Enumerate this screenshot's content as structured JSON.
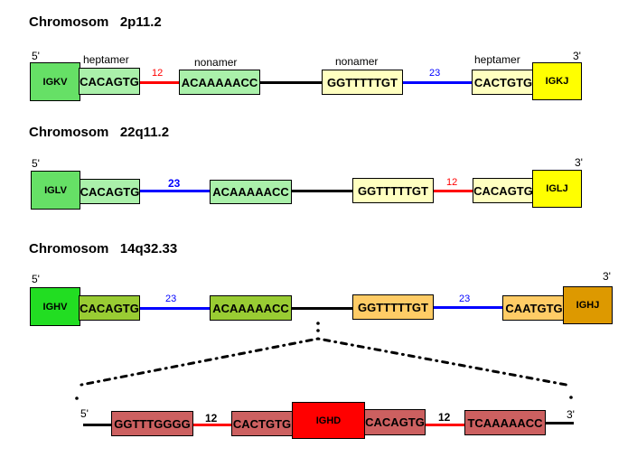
{
  "colors": {
    "light_green": "#aaf0aa",
    "green": "#66e066",
    "pale_yellow": "#ffffc0",
    "yellow": "#ffff00",
    "lime": "#99cc33",
    "bright_green": "#22dd22",
    "orange": "#ffcc66",
    "dark_orange": "#dd9900",
    "rose": "#cc6060",
    "red": "#ff0000",
    "spacer_12": "#ff0000",
    "spacer_23": "#0000ff",
    "line": "#000000"
  },
  "sections": [
    {
      "title": "Chromosom   2p11.2",
      "five_prime": "5'",
      "three_prime": "3'",
      "v_gene": "IGKV",
      "heptamer_label_1": "heptamer",
      "heptamer_1": "CACAGTG",
      "spacer_1": "12",
      "nonamer_label_1": "nonamer",
      "nonamer_1": "ACAAAAACC",
      "nonamer_label_2": "nonamer",
      "nonamer_2": "GGTTTTTGT",
      "spacer_2": "23",
      "heptamer_label_2": "heptamer",
      "heptamer_2": "CACTGTG",
      "j_gene": "IGKJ"
    },
    {
      "title": "Chromosom   22q11.2",
      "five_prime": "5'",
      "three_prime": "3'",
      "v_gene": "IGLV",
      "heptamer_1": "CACAGTG",
      "spacer_1": "23",
      "nonamer_1": "ACAAAAACC",
      "nonamer_2": "GGTTTTTGT",
      "spacer_2": "12",
      "heptamer_2": "CACAGTG",
      "j_gene": "IGLJ"
    },
    {
      "title": "Chromosom   14q32.33",
      "five_prime": "5'",
      "three_prime": "3'",
      "v_gene": "IGHV",
      "heptamer_1": "CACAGTG",
      "spacer_1": "23",
      "nonamer_1": "ACAAAAACC",
      "nonamer_2": "GGTTTTTGT",
      "spacer_2": "23",
      "heptamer_2": "CAATGTG",
      "j_gene": "IGHJ"
    }
  ],
  "d_segment": {
    "five_prime": "5'",
    "three_prime": "3'",
    "nonamer_1": "GGTTTGGGG",
    "spacer_1": "12",
    "heptamer_1": "CACTGTG",
    "d_gene": "IGHD",
    "heptamer_2": "CACAGTG",
    "spacer_2": "12",
    "nonamer_2": "TCAAAAACC"
  }
}
